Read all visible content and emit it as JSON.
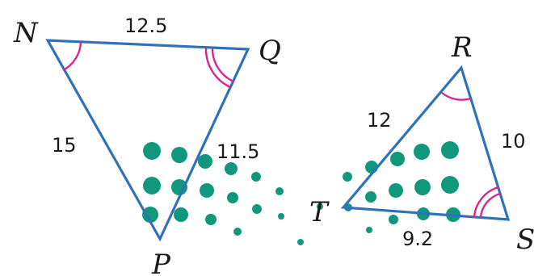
{
  "triangle_nqp": {
    "vertices": {
      "n": "N",
      "q": "Q",
      "p": "P"
    },
    "sides": {
      "nq": "12.5",
      "np": "15",
      "qp": "11.5"
    }
  },
  "triangle_rst": {
    "vertices": {
      "r": "R",
      "s": "S",
      "t": "T"
    },
    "sides": {
      "rt": "12",
      "rs": "10",
      "ts": "9.2"
    }
  },
  "colors": {
    "triangle_stroke": "#2f72b8",
    "angle_mark": "#d6278f",
    "dots": "#11977c",
    "text": "#1a1a1a"
  }
}
